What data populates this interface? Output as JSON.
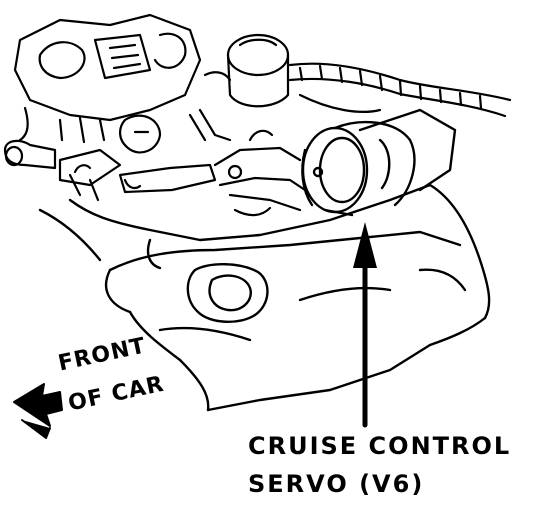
{
  "labels": {
    "front_line1": "FRONT",
    "front_line2": "OF CAR",
    "callout_line1": "CRUISE CONTROL",
    "callout_line2": "SERVO (V6)"
  },
  "colors": {
    "ink": "#000000",
    "paper": "#ffffff"
  },
  "icons": {
    "front_arrow": "left-pointing-arrow-icon",
    "callout_arrow": "up-pointing-arrow-icon"
  }
}
